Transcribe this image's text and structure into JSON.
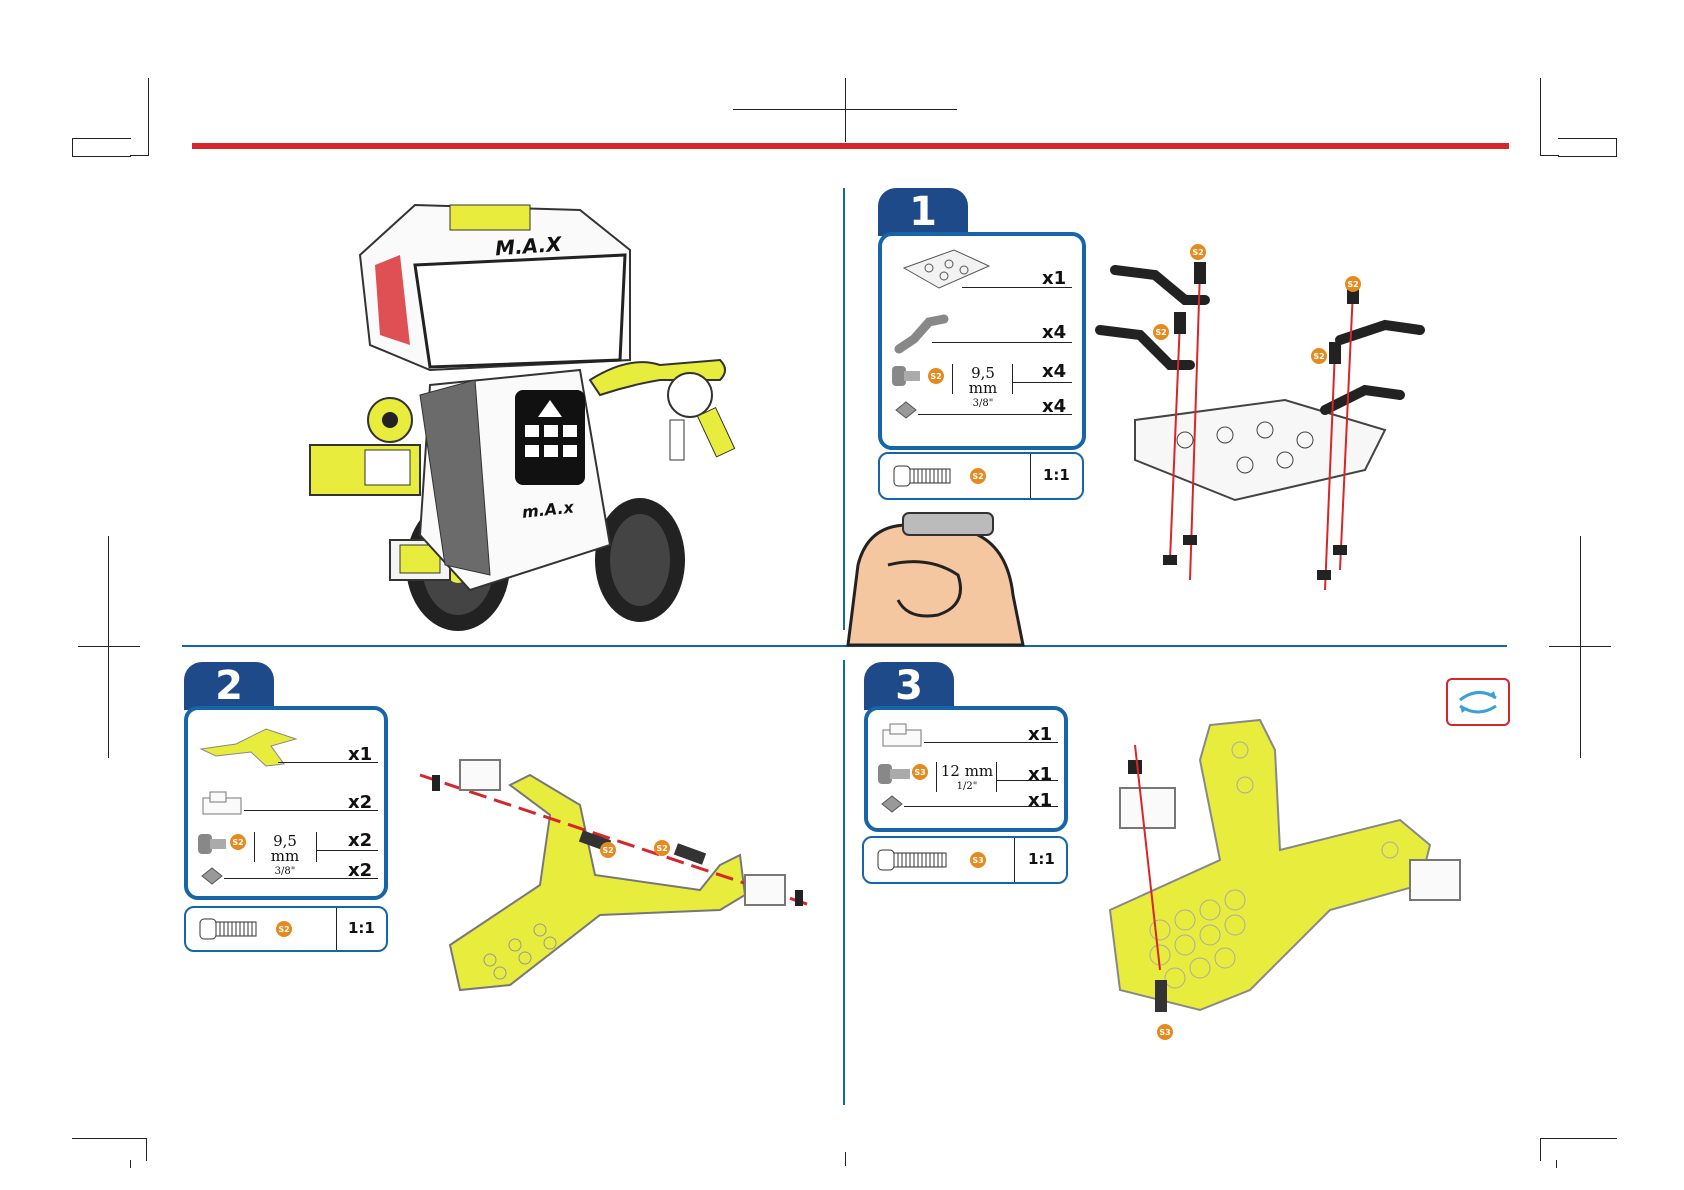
{
  "colors": {
    "top_rule": "#d7262b",
    "divider": "#1565a8",
    "step_tab": "#1e4a8a",
    "yellow_part": "#e8ec3c",
    "badge": "#e58a1f"
  },
  "hero": {
    "head_label": "M.A.X",
    "body_label": "m.A.x"
  },
  "steps": [
    {
      "number": "1",
      "parts": [
        {
          "icon": "base-plate-icon",
          "qty": "x1"
        },
        {
          "icon": "bent-bracket-icon",
          "qty": "x4"
        },
        {
          "icon": "screw-icon",
          "code": "S2",
          "length_mm": "9,5 mm",
          "length_in": "3/8\"",
          "qty": "x4"
        },
        {
          "icon": "nut-icon",
          "qty": "x4"
        }
      ],
      "scale": {
        "code": "S2",
        "ratio": "1:1"
      },
      "callouts": [
        "S2",
        "S2",
        "S2",
        "S2"
      ]
    },
    {
      "number": "2",
      "parts": [
        {
          "icon": "yellow-plate-icon",
          "qty": "x1"
        },
        {
          "icon": "hinge-bracket-icon",
          "qty": "x2"
        },
        {
          "icon": "screw-icon",
          "code": "S2",
          "length_mm": "9,5 mm",
          "length_in": "3/8\"",
          "qty": "x2"
        },
        {
          "icon": "nut-icon",
          "qty": "x2"
        }
      ],
      "scale": {
        "code": "S2",
        "ratio": "1:1"
      },
      "callouts": [
        "S2",
        "S2"
      ]
    },
    {
      "number": "3",
      "parts": [
        {
          "icon": "hinge-bracket-icon",
          "qty": "x1"
        },
        {
          "icon": "screw-icon",
          "code": "S3",
          "length_mm": "12 mm",
          "length_in": "1/2\"",
          "qty": "x1"
        },
        {
          "icon": "nut-icon",
          "qty": "x1"
        }
      ],
      "scale": {
        "code": "S3",
        "ratio": "1:1"
      },
      "callouts": [
        "S3"
      ]
    }
  ]
}
